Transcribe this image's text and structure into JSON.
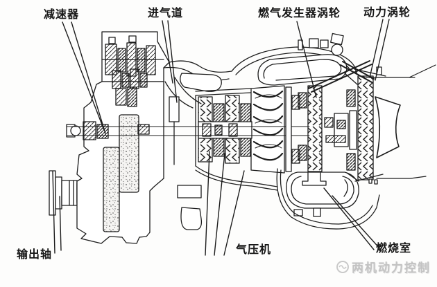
{
  "figure": {
    "kind": "turboshaft-engine-cutaway",
    "labels": {
      "reducer": "减速器",
      "air_intake": "进气道",
      "gas_generator_turbine": "燃气发生器涡轮",
      "power_turbine": "动力涡轮",
      "output_shaft": "输出轴",
      "compressor": "气压机",
      "combustion_chamber": "燃烧室"
    }
  },
  "watermark": {
    "text": "两机动力控制"
  },
  "colors": {
    "ink": "#1c1c1c",
    "background": "#fdfdfc",
    "watermark": "#bdbdbd"
  }
}
